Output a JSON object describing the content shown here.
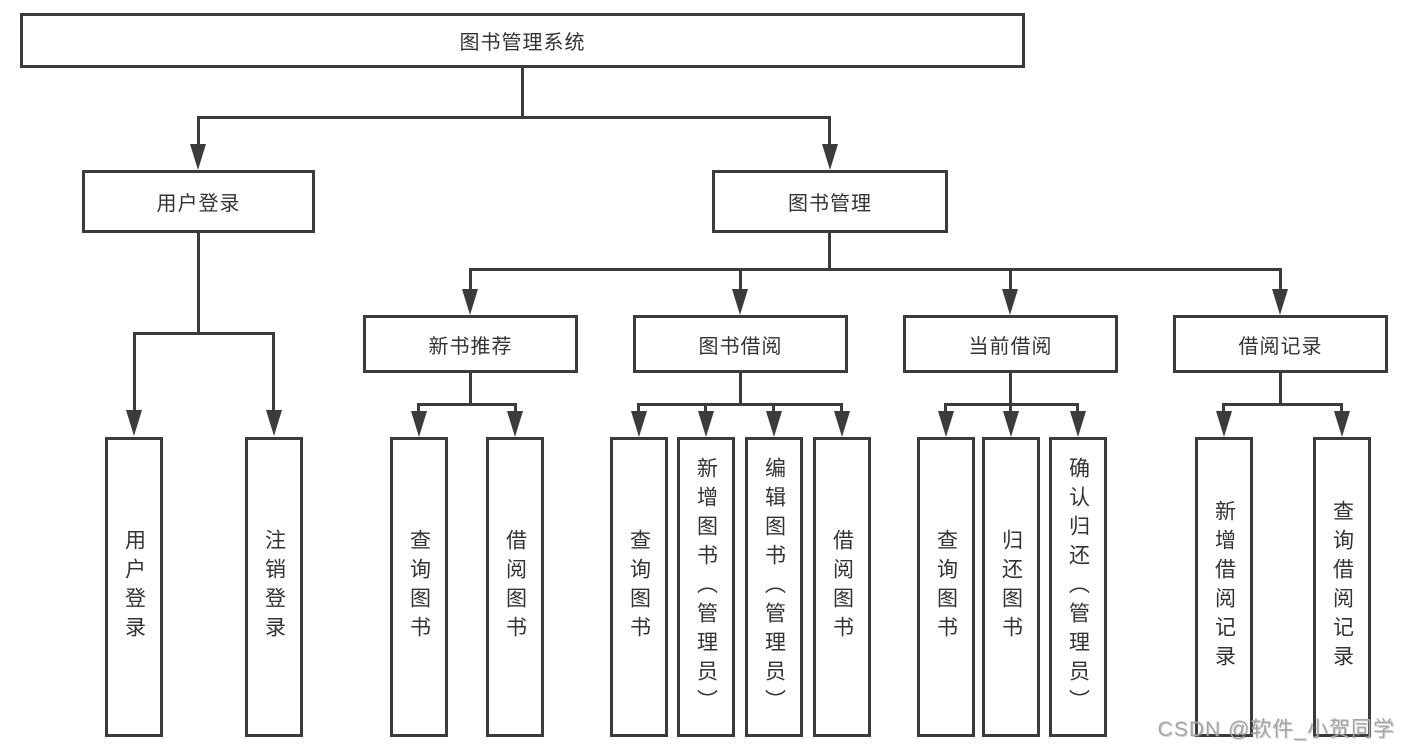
{
  "colors": {
    "line": "#3b3b3b",
    "text": "#333333",
    "background": "#ffffff",
    "watermark": "#a6a6a6"
  },
  "watermark": {
    "text": "CSDN @软件_小贺同学"
  },
  "tree": {
    "label": "图书管理系统",
    "children": [
      {
        "label": "用户登录",
        "children": [
          {
            "label": "用户登录"
          },
          {
            "label": "注销登录"
          }
        ]
      },
      {
        "label": "图书管理",
        "children": [
          {
            "label": "新书推荐",
            "children": [
              {
                "label": "查询图书"
              },
              {
                "label": "借阅图书"
              }
            ]
          },
          {
            "label": "图书借阅",
            "children": [
              {
                "label": "查询图书"
              },
              {
                "label": "新增图书（管理员）"
              },
              {
                "label": "编辑图书（管理员）"
              },
              {
                "label": "借阅图书"
              }
            ]
          },
          {
            "label": "当前借阅",
            "children": [
              {
                "label": "查询图书"
              },
              {
                "label": "归还图书"
              },
              {
                "label": "确认归还（管理员）"
              }
            ]
          },
          {
            "label": "借阅记录",
            "children": [
              {
                "label": "新增借阅记录"
              },
              {
                "label": "查询借阅记录"
              }
            ]
          }
        ]
      }
    ]
  }
}
